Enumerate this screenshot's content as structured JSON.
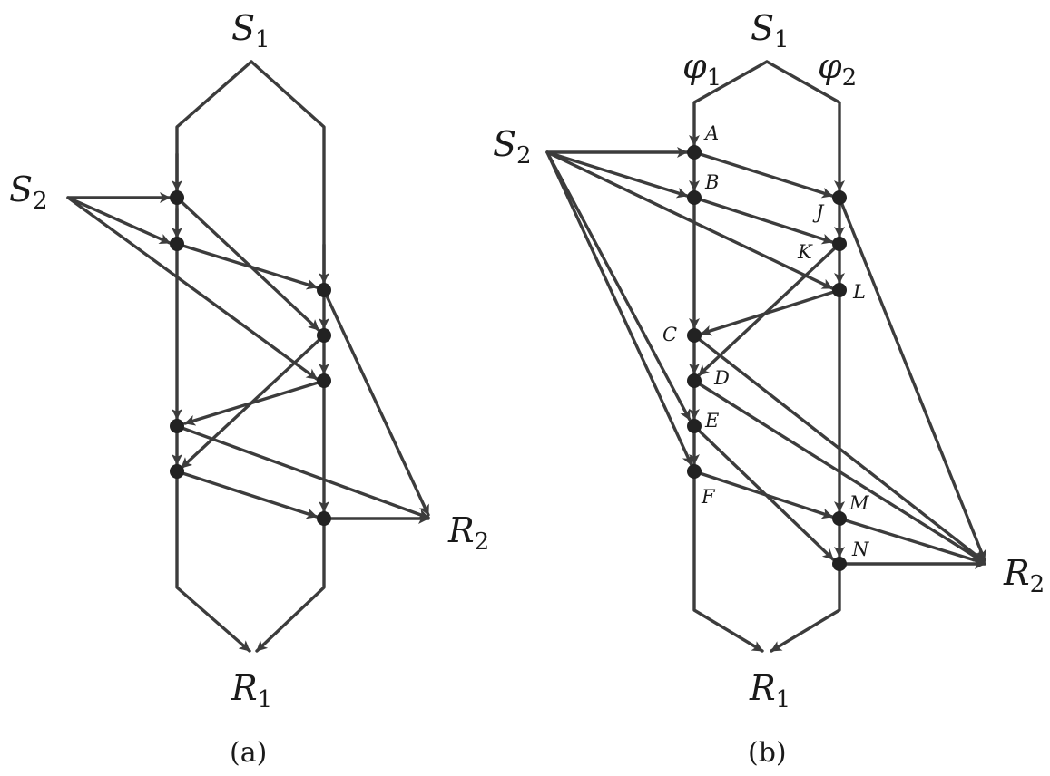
{
  "colors": {
    "edge": "#3c3c3c",
    "node": "#222222",
    "text": "#1a1a1a",
    "background": "#ffffff"
  },
  "panel_a": {
    "caption": "(a)",
    "source1": {
      "base": "S",
      "sub": "1"
    },
    "source2": {
      "base": "S",
      "sub": "2"
    },
    "sink1": {
      "base": "R",
      "sub": "1"
    },
    "sink2": {
      "base": "R",
      "sub": "2"
    }
  },
  "panel_b": {
    "caption": "(b)",
    "source1": {
      "base": "S",
      "sub": "1"
    },
    "source2": {
      "base": "S",
      "sub": "2"
    },
    "sink1": {
      "base": "R",
      "sub": "1"
    },
    "sink2": {
      "base": "R",
      "sub": "2"
    },
    "phi1": {
      "base": "φ",
      "sub": "1"
    },
    "phi2": {
      "base": "φ",
      "sub": "2"
    },
    "nodes": {
      "A": "A",
      "B": "B",
      "C": "C",
      "D": "D",
      "E": "E",
      "F": "F",
      "J": "J",
      "K": "K",
      "L": "L",
      "M": "M",
      "N": "N"
    }
  }
}
